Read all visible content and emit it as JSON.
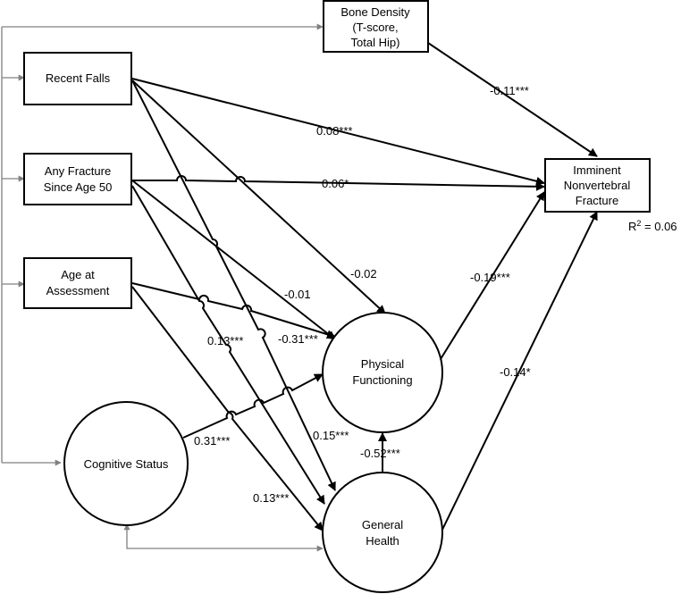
{
  "nodes": {
    "bone_density": [
      "Bone Density",
      "(T-score,",
      "Total Hip)"
    ],
    "recent_falls": [
      "Recent Falls"
    ],
    "any_fracture": [
      "Any Fracture",
      "Since Age 50"
    ],
    "age": [
      "Age at",
      "Assessment"
    ],
    "cognitive": [
      "Cognitive Status"
    ],
    "physical": [
      "Physical",
      "Functioning"
    ],
    "general": [
      "General",
      "Health"
    ],
    "outcome": [
      "Imminent",
      "Nonvertebral",
      "Fracture"
    ]
  },
  "r_squared": {
    "prefix": "R",
    "sup": "2",
    "suffix": " = 0.06"
  },
  "paths": {
    "bone_outcome": "-0.11***",
    "falls_outcome": "0.08***",
    "fracture_outcome": "0.06*",
    "falls_physical": "-0.02",
    "fracture_physical": "-0.01",
    "age_physical": "-0.31***",
    "falls_general": "0.13***",
    "cognitive_physical": "0.31***",
    "fracture_general": "0.15***",
    "general_physical": "-0.52***",
    "age_general": "0.13***",
    "physical_outcome": "-0.19***",
    "general_outcome": "-0.14*"
  }
}
